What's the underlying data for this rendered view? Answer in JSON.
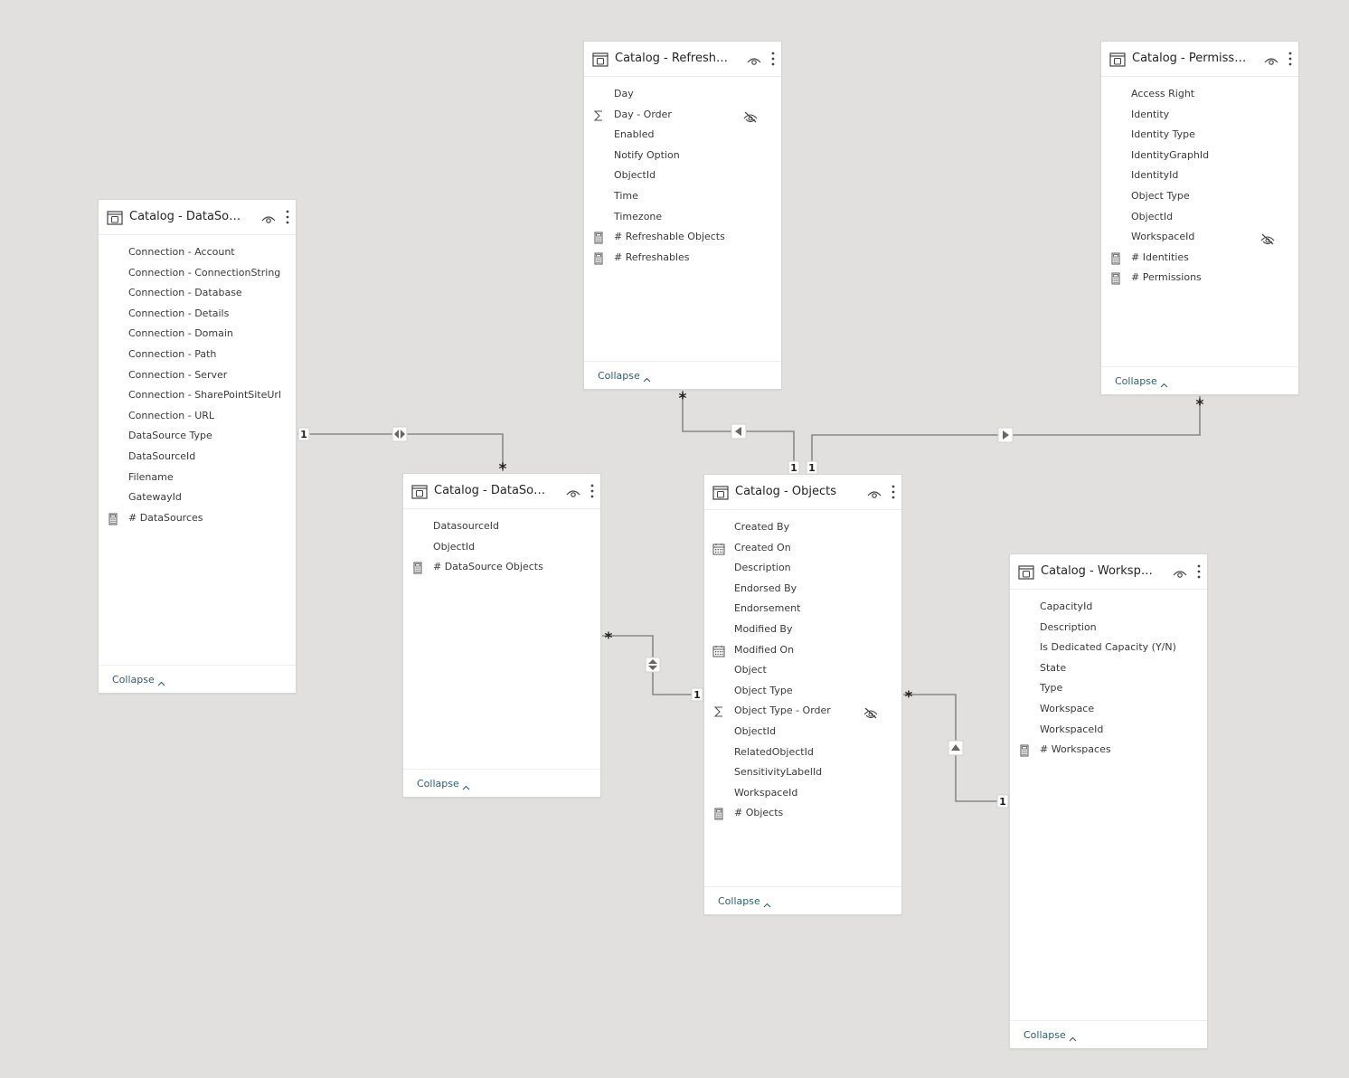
{
  "cards": [
    {
      "id": "refreshables",
      "title": "Catalog - Refreshables",
      "collapse": "Collapse",
      "fields": [
        {
          "name": "Day",
          "icon": "none"
        },
        {
          "name": "Day - Order",
          "icon": "sigma",
          "hidden": true
        },
        {
          "name": "Enabled",
          "icon": "none"
        },
        {
          "name": "Notify Option",
          "icon": "none"
        },
        {
          "name": "ObjectId",
          "icon": "none"
        },
        {
          "name": "Time",
          "icon": "none"
        },
        {
          "name": "Timezone",
          "icon": "none"
        },
        {
          "name": "# Refreshable Objects",
          "icon": "calculator"
        },
        {
          "name": "# Refreshables",
          "icon": "calculator"
        }
      ]
    },
    {
      "id": "permission",
      "title": "Catalog - Permission",
      "collapse": "Collapse",
      "fields": [
        {
          "name": "Access Right",
          "icon": "none"
        },
        {
          "name": "Identity",
          "icon": "none"
        },
        {
          "name": "Identity Type",
          "icon": "none"
        },
        {
          "name": "IdentityGraphId",
          "icon": "none"
        },
        {
          "name": "IdentityId",
          "icon": "none"
        },
        {
          "name": "Object Type",
          "icon": "none"
        },
        {
          "name": "ObjectId",
          "icon": "none"
        },
        {
          "name": "WorkspaceId",
          "icon": "none",
          "hidden": true
        },
        {
          "name": "# Identities",
          "icon": "calculator"
        },
        {
          "name": "# Permissions",
          "icon": "calculator"
        }
      ]
    },
    {
      "id": "datasource",
      "title": "Catalog - DataSource",
      "collapse": "Collapse",
      "fields": [
        {
          "name": "Connection - Account",
          "icon": "none"
        },
        {
          "name": "Connection - ConnectionString",
          "icon": "none"
        },
        {
          "name": "Connection - Database",
          "icon": "none"
        },
        {
          "name": "Connection - Details",
          "icon": "none"
        },
        {
          "name": "Connection - Domain",
          "icon": "none"
        },
        {
          "name": "Connection - Path",
          "icon": "none"
        },
        {
          "name": "Connection - Server",
          "icon": "none"
        },
        {
          "name": "Connection - SharePointSiteUrl",
          "icon": "none"
        },
        {
          "name": "Connection - URL",
          "icon": "none"
        },
        {
          "name": "DataSource Type",
          "icon": "none"
        },
        {
          "name": "DataSourceId",
          "icon": "none"
        },
        {
          "name": "Filename",
          "icon": "none"
        },
        {
          "name": "GatewayId",
          "icon": "none"
        },
        {
          "name": "# DataSources",
          "icon": "calculator"
        }
      ]
    },
    {
      "id": "datasource-objects",
      "title": "Catalog - DataSource...",
      "collapse": "Collapse",
      "fields": [
        {
          "name": "DatasourceId",
          "icon": "none"
        },
        {
          "name": "ObjectId",
          "icon": "none"
        },
        {
          "name": "# DataSource Objects",
          "icon": "calculator"
        }
      ]
    },
    {
      "id": "objects",
      "title": "Catalog - Objects",
      "collapse": "Collapse",
      "fields": [
        {
          "name": "Created By",
          "icon": "none"
        },
        {
          "name": "Created On",
          "icon": "calendar"
        },
        {
          "name": "Description",
          "icon": "none"
        },
        {
          "name": "Endorsed By",
          "icon": "none"
        },
        {
          "name": "Endorsement",
          "icon": "none"
        },
        {
          "name": "Modified By",
          "icon": "none"
        },
        {
          "name": "Modified On",
          "icon": "calendar"
        },
        {
          "name": "Object",
          "icon": "none"
        },
        {
          "name": "Object Type",
          "icon": "none"
        },
        {
          "name": "Object Type - Order",
          "icon": "sigma",
          "hidden": true
        },
        {
          "name": "ObjectId",
          "icon": "none"
        },
        {
          "name": "RelatedObjectId",
          "icon": "none"
        },
        {
          "name": "SensitivityLabelId",
          "icon": "none"
        },
        {
          "name": "WorkspaceId",
          "icon": "none"
        },
        {
          "name": "# Objects",
          "icon": "calculator"
        }
      ]
    },
    {
      "id": "workspace",
      "title": "Catalog - Workspace",
      "collapse": "Collapse",
      "fields": [
        {
          "name": "CapacityId",
          "icon": "none"
        },
        {
          "name": "Description",
          "icon": "none"
        },
        {
          "name": "Is Dedicated Capacity (Y/N)",
          "icon": "none"
        },
        {
          "name": "State",
          "icon": "none"
        },
        {
          "name": "Type",
          "icon": "none"
        },
        {
          "name": "Workspace",
          "icon": "none"
        },
        {
          "name": "WorkspaceId",
          "icon": "none"
        },
        {
          "name": "# Workspaces",
          "icon": "calculator"
        }
      ]
    }
  ],
  "relationships": [
    {
      "from": "datasource",
      "to": "datasource-objects",
      "from_card": "1",
      "to_card": "*",
      "direction": "both"
    },
    {
      "from": "objects",
      "to": "refreshables",
      "from_card": "1",
      "to_card": "*",
      "direction": "left"
    },
    {
      "from": "objects",
      "to": "permission",
      "from_card": "1",
      "to_card": "*",
      "direction": "right"
    },
    {
      "from": "datasource-objects",
      "to": "objects",
      "from_card": "*",
      "to_card": "1",
      "direction": "both"
    },
    {
      "from": "objects",
      "to": "workspace",
      "from_card": "*",
      "to_card": "1",
      "direction": "up"
    }
  ],
  "colors": {
    "canvas": "#e1e0df",
    "line": "#8a8886",
    "link": "#2d5f76"
  }
}
